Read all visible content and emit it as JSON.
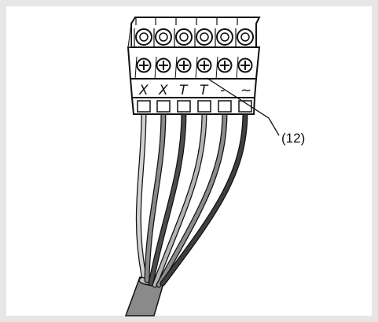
{
  "figure": {
    "callout_label": "(12)",
    "terminal_labels": [
      "X",
      "X",
      "T",
      "T",
      "-",
      "~"
    ]
  },
  "wires": [
    {
      "color": "#d2d2d2"
    },
    {
      "color": "#8a8a8a"
    },
    {
      "color": "#4d4d4d"
    },
    {
      "color": "#b4b4b4"
    },
    {
      "color": "#8c8c8c"
    },
    {
      "color": "#3f3f3f"
    }
  ],
  "colors": {
    "frame_border": "#e6e6e6",
    "connector_body": "#ffffff",
    "outline": "#111111",
    "cable_sheath": "#8a8a8a"
  }
}
